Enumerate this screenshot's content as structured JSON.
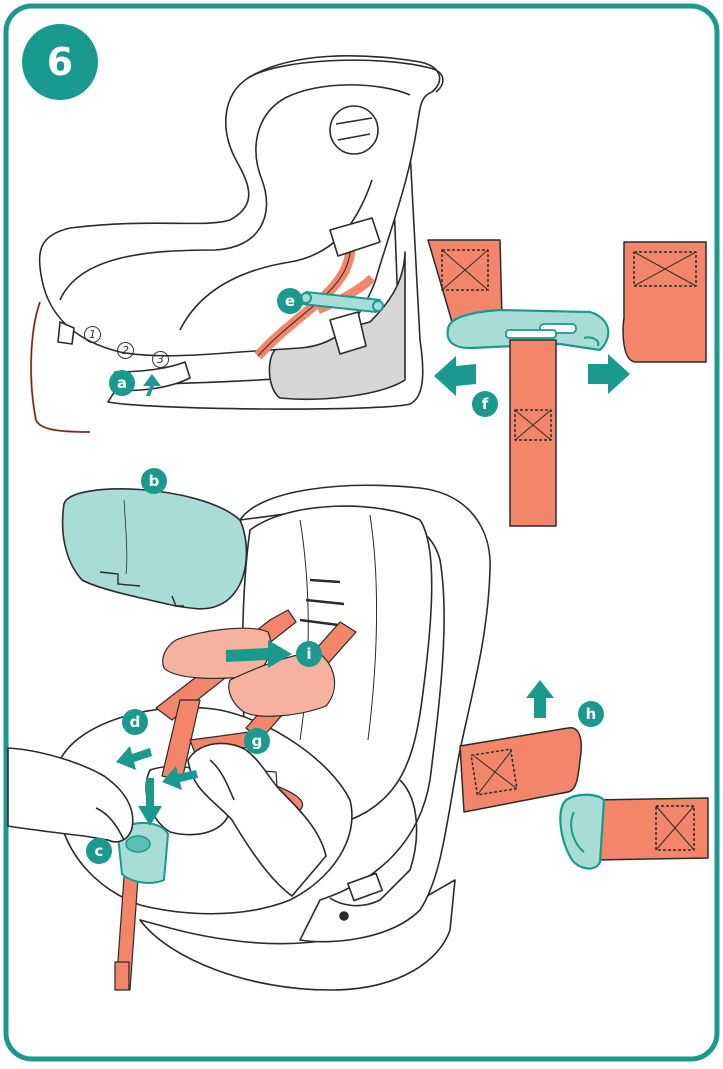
{
  "step_number": "6",
  "callouts": {
    "a": "a",
    "b": "b",
    "c": "c",
    "d": "d",
    "e": "e",
    "f": "f",
    "g": "g",
    "h": "h",
    "i": "i"
  },
  "recline_positions": [
    "1",
    "2",
    "3"
  ],
  "colors": {
    "teal": "#1a9a8f",
    "teal_light": "#a7ddd6",
    "strap": "#f3866a",
    "outline": "#2b2b2b",
    "base_grey": "#d6d6d6"
  }
}
